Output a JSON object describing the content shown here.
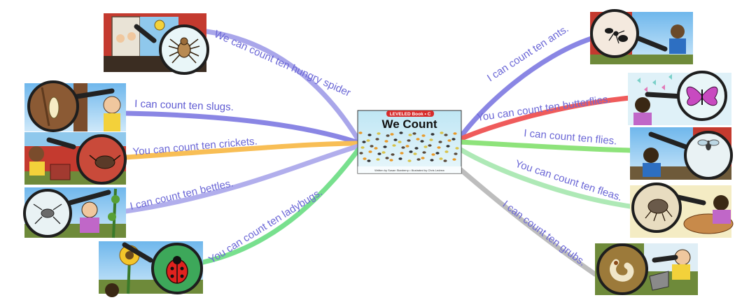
{
  "center": {
    "tag": "LEVELED Book • C",
    "title": "We Count",
    "credit": "Written by Susan Stanberry  •  Illustrated by Chris Ledrew"
  },
  "branches": [
    {
      "id": "spider",
      "label": "We can count ten hungry spider",
      "color": "#a9a6ea",
      "icon": "spider-icon"
    },
    {
      "id": "slugs",
      "label": "I can count ten slugs.",
      "color": "#8a86e4",
      "icon": "slug-icon"
    },
    {
      "id": "crickets",
      "label": "You can count ten crickets.",
      "color": "#f8be55",
      "icon": "cricket-icon"
    },
    {
      "id": "bettles",
      "label": "I can count ten bettles.",
      "color": "#b1aeec",
      "icon": "beetle-icon"
    },
    {
      "id": "ladybugs",
      "label": "You can count ten ladybugs.",
      "color": "#78e08e",
      "icon": "ladybug-icon"
    },
    {
      "id": "ants",
      "label": "I can count ten ants.",
      "color": "#8a86e4",
      "icon": "ant-icon"
    },
    {
      "id": "butterflies",
      "label": "You can count ten butterflies.",
      "color": "#ef5b5b",
      "icon": "butterfly-icon"
    },
    {
      "id": "flies",
      "label": "I can count ten flies.",
      "color": "#8ee37b",
      "icon": "fly-icon"
    },
    {
      "id": "fleas",
      "label": "You can count ten fleas.",
      "color": "#aee9b6",
      "icon": "flea-icon"
    },
    {
      "id": "grubs",
      "label": "I can count ten grubs.",
      "color": "#bdbdbd",
      "icon": "grub-icon"
    }
  ]
}
